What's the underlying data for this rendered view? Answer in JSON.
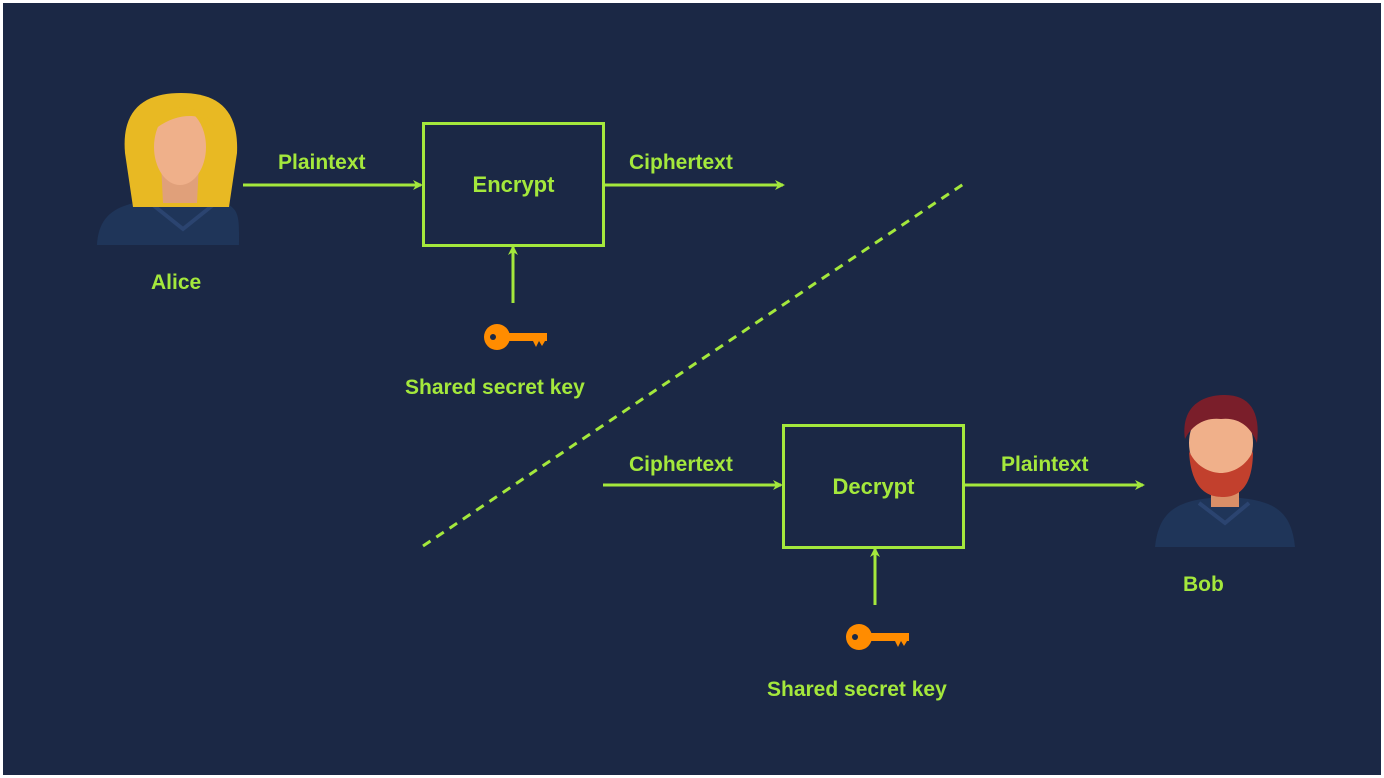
{
  "colors": {
    "background": "#1b2845",
    "accent": "#a4e83c",
    "key": "#ff8c00"
  },
  "sender": {
    "name": "Alice",
    "input_label": "Plaintext",
    "operation": "Encrypt",
    "output_label": "Ciphertext",
    "key_label": "Shared secret key",
    "key_icon": "key-icon"
  },
  "receiver": {
    "name": "Bob",
    "input_label": "Ciphertext",
    "operation": "Decrypt",
    "output_label": "Plaintext",
    "key_label": "Shared secret key",
    "key_icon": "key-icon"
  }
}
